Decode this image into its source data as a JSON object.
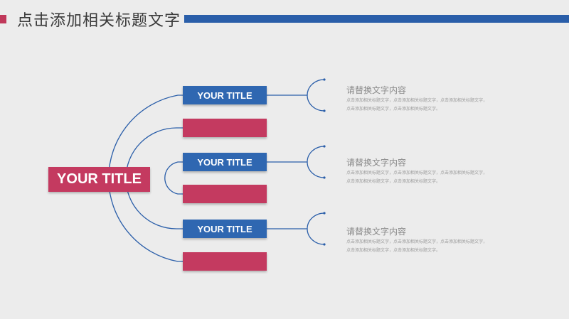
{
  "header": {
    "title": "点击添加相关标题文字"
  },
  "main_title": "YOUR TITLE",
  "branches": [
    {
      "label": "YOUR TITLE"
    },
    {
      "label": "YOUR TITLE"
    },
    {
      "label": "YOUR TITLE"
    }
  ],
  "items": [
    {
      "title": "请替换文字内容",
      "body": "点击添加相关标题文字，点击添加相关标题文字，点击添加相关标题文字，点击添加相关标题文字，点击添加相关标题文字。"
    },
    {
      "title": "请替换文字内容",
      "body": "点击添加相关标题文字，点击添加相关标题文字，点击添加相关标题文字，点击添加相关标题文字，点击添加相关标题文字。"
    },
    {
      "title": "请替换文字内容",
      "body": "点击添加相关标题文字，点击添加相关标题文字，点击添加相关标题文字，点击添加相关标题文字，点击添加相关标题文字。"
    }
  ],
  "colors": {
    "brand_red": "#c43a60",
    "brand_blue": "#2f67b1",
    "line_blue": "#2a5ea9"
  }
}
